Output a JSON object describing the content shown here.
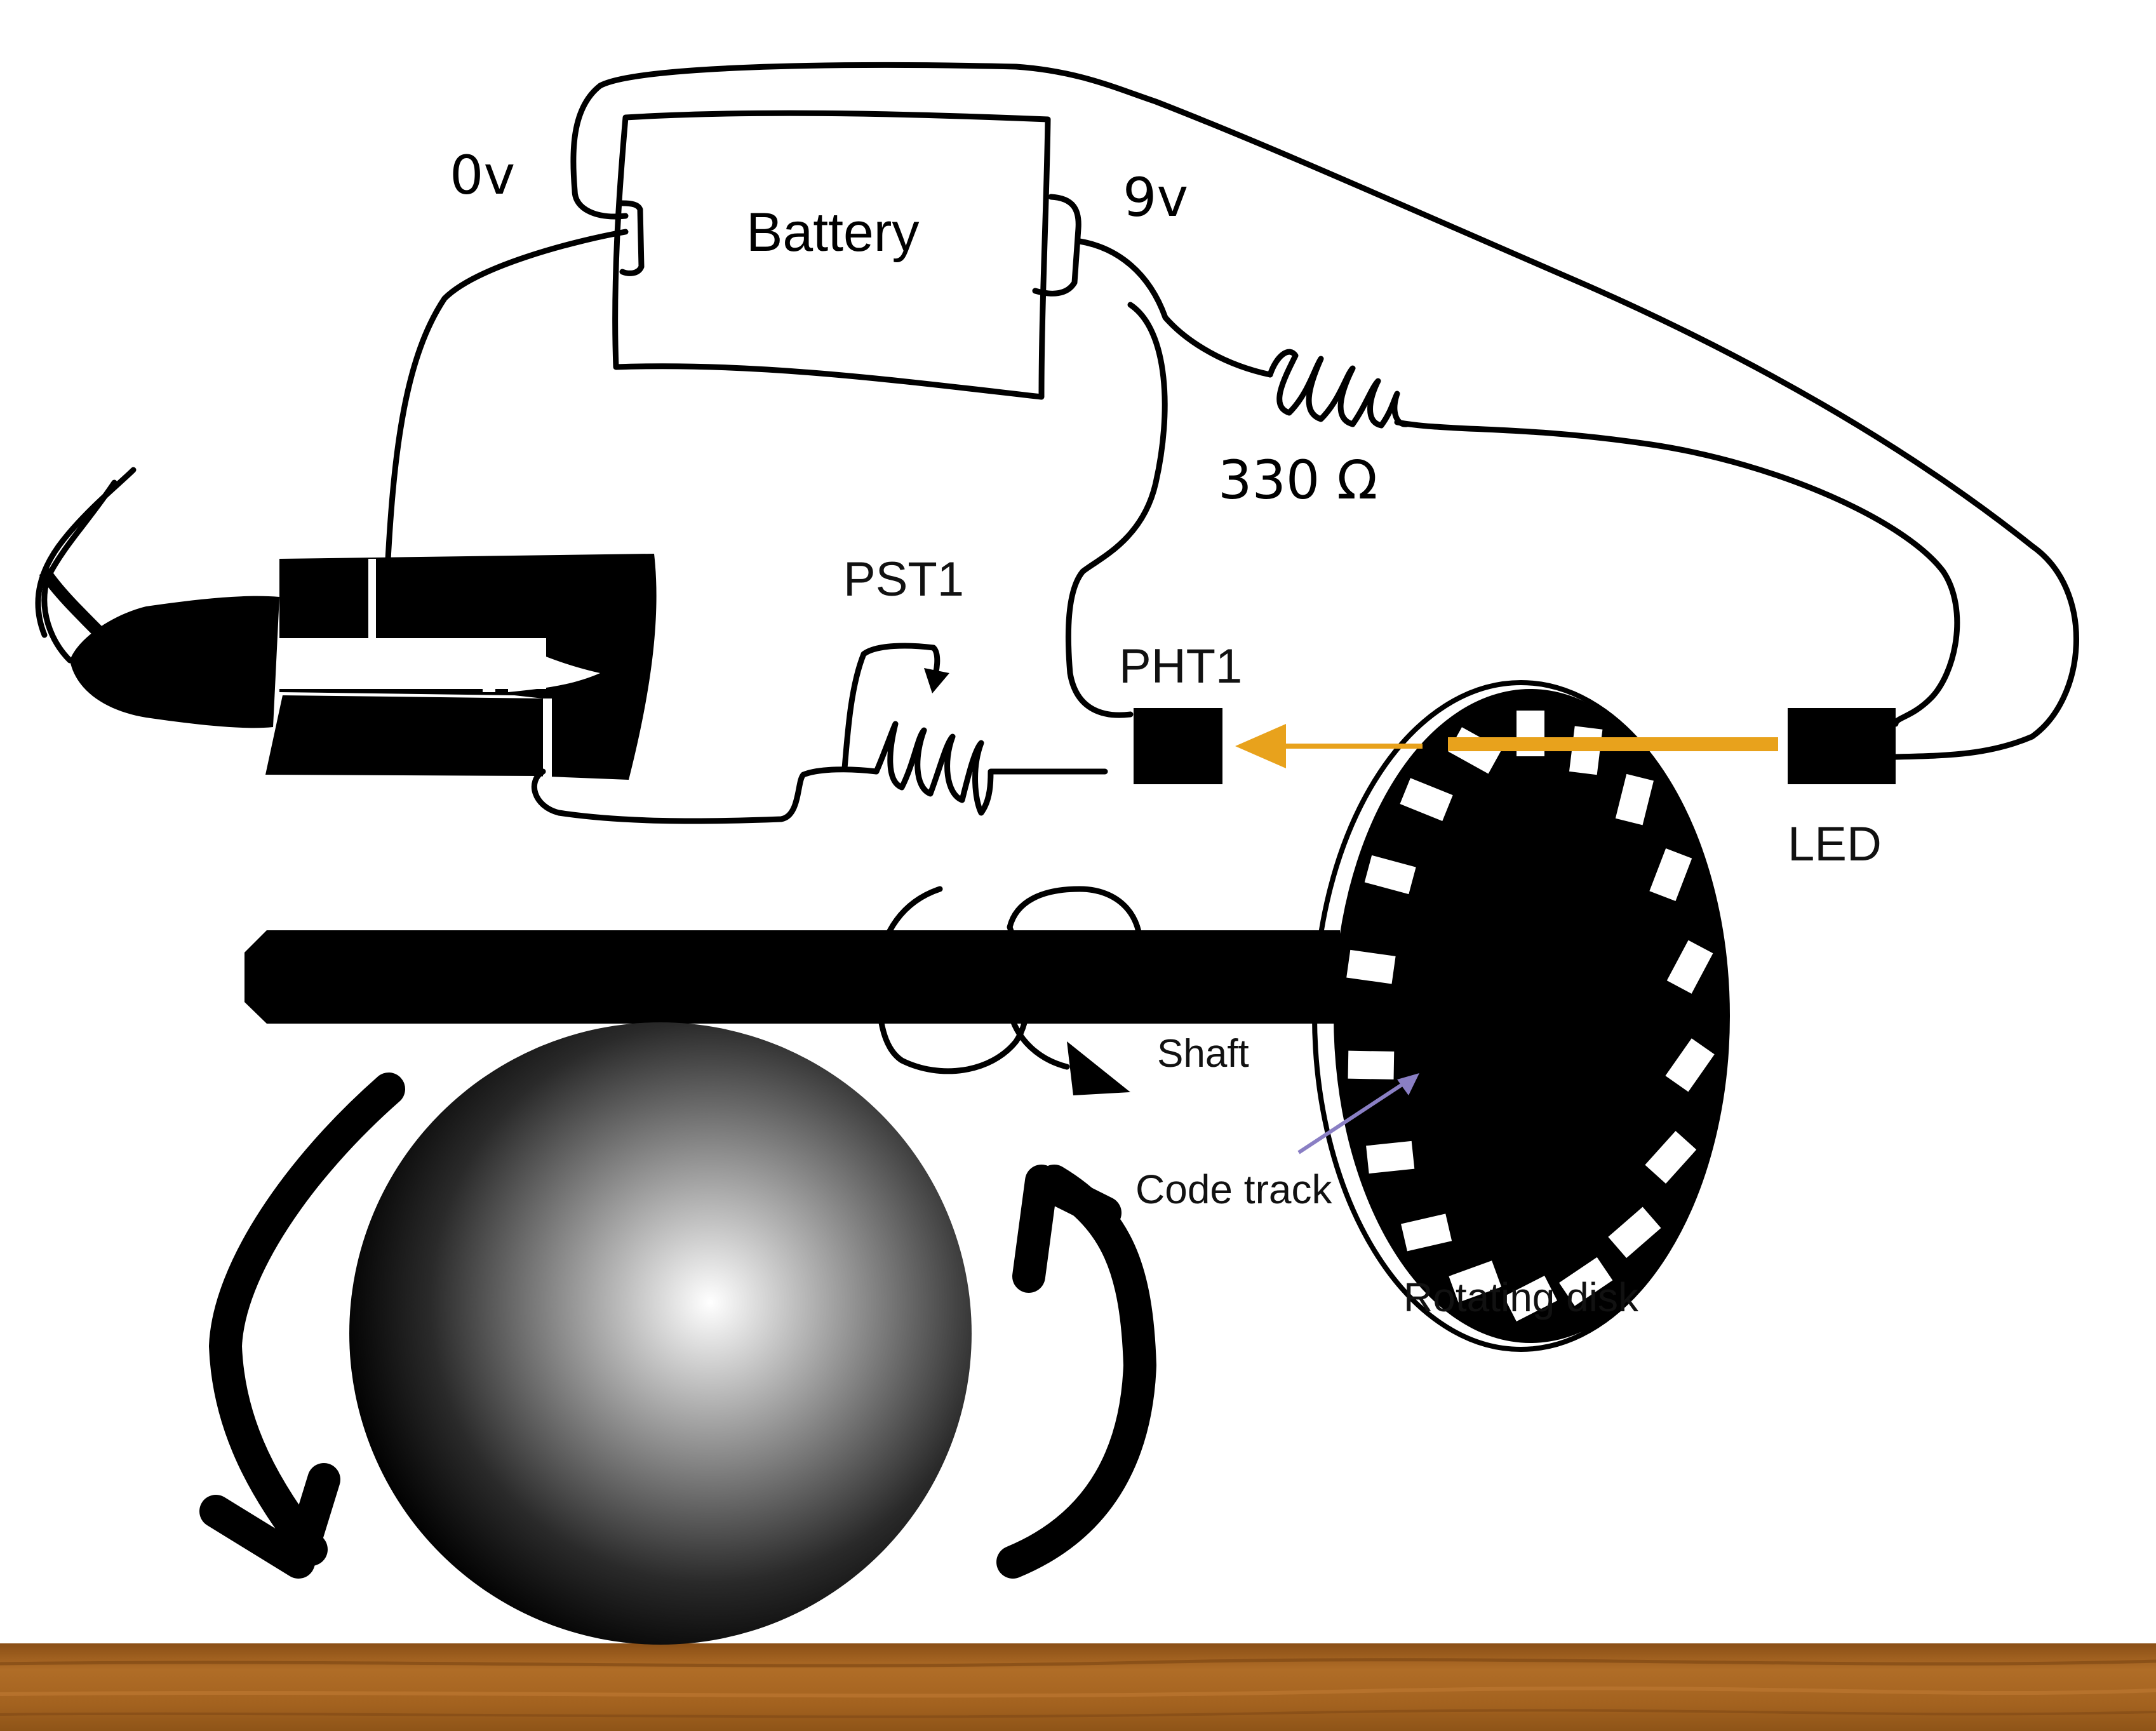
{
  "labels": {
    "battery": "Battery",
    "zero_volt": "0v",
    "nine_volt": "9v",
    "resistor": "330 Ω",
    "pst1": "PST1",
    "pht1": "PHT1",
    "led": "LED",
    "shaft": "Shaft",
    "code_track": "Code track",
    "rotating_disk": "Rotating disk"
  },
  "colors": {
    "light_beam": "#e8a21c",
    "code_track_pointer": "#8a7fc4",
    "table_top": "#a0601e",
    "sphere_highlight": "#ffffff",
    "sphere_shadow": "#000000"
  }
}
